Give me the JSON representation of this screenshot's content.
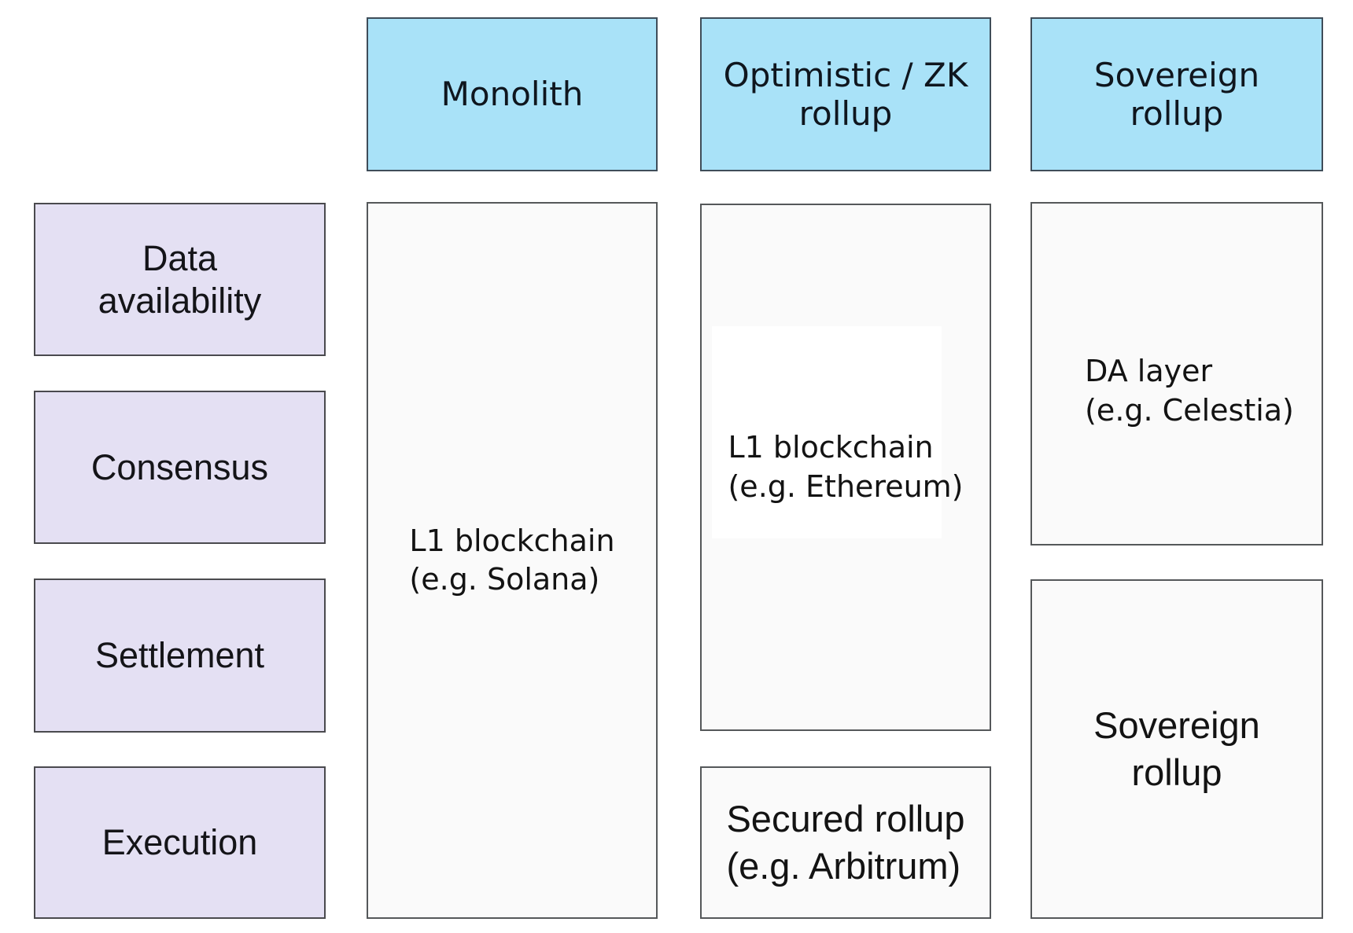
{
  "colors": {
    "header_fill": "#a9e2f8",
    "row_label_fill": "#e4e0f3",
    "cell_fill": "#fafafa",
    "border": "#4e5358",
    "text": "#131313"
  },
  "rows": [
    {
      "id": "data-availability",
      "lines": [
        "Data",
        "availability"
      ]
    },
    {
      "id": "consensus",
      "lines": [
        "Consensus"
      ]
    },
    {
      "id": "settlement",
      "lines": [
        "Settlement"
      ]
    },
    {
      "id": "execution",
      "lines": [
        "Execution"
      ]
    }
  ],
  "headers": [
    {
      "id": "monolith",
      "lines": [
        "Monolith"
      ]
    },
    {
      "id": "optimistic-zk-rollup",
      "lines": [
        "Optimistic / ZK",
        "rollup"
      ]
    },
    {
      "id": "sovereign-rollup",
      "lines": [
        "Sovereign",
        "rollup"
      ]
    }
  ],
  "cells": {
    "monolith_l1": {
      "lines": [
        "L1 blockchain",
        "(e.g. Solana)"
      ]
    },
    "rollup_l1": {
      "lines": [
        "L1 blockchain",
        "(e.g. Ethereum)"
      ]
    },
    "rollup_secured": {
      "lines": [
        "Secured rollup",
        "(e.g. Arbitrum)"
      ]
    },
    "sovereign_da": {
      "lines": [
        "DA layer",
        "(e.g. Celestia)"
      ]
    },
    "sovereign_rollup": {
      "lines": [
        "Sovereign",
        "rollup"
      ]
    }
  }
}
